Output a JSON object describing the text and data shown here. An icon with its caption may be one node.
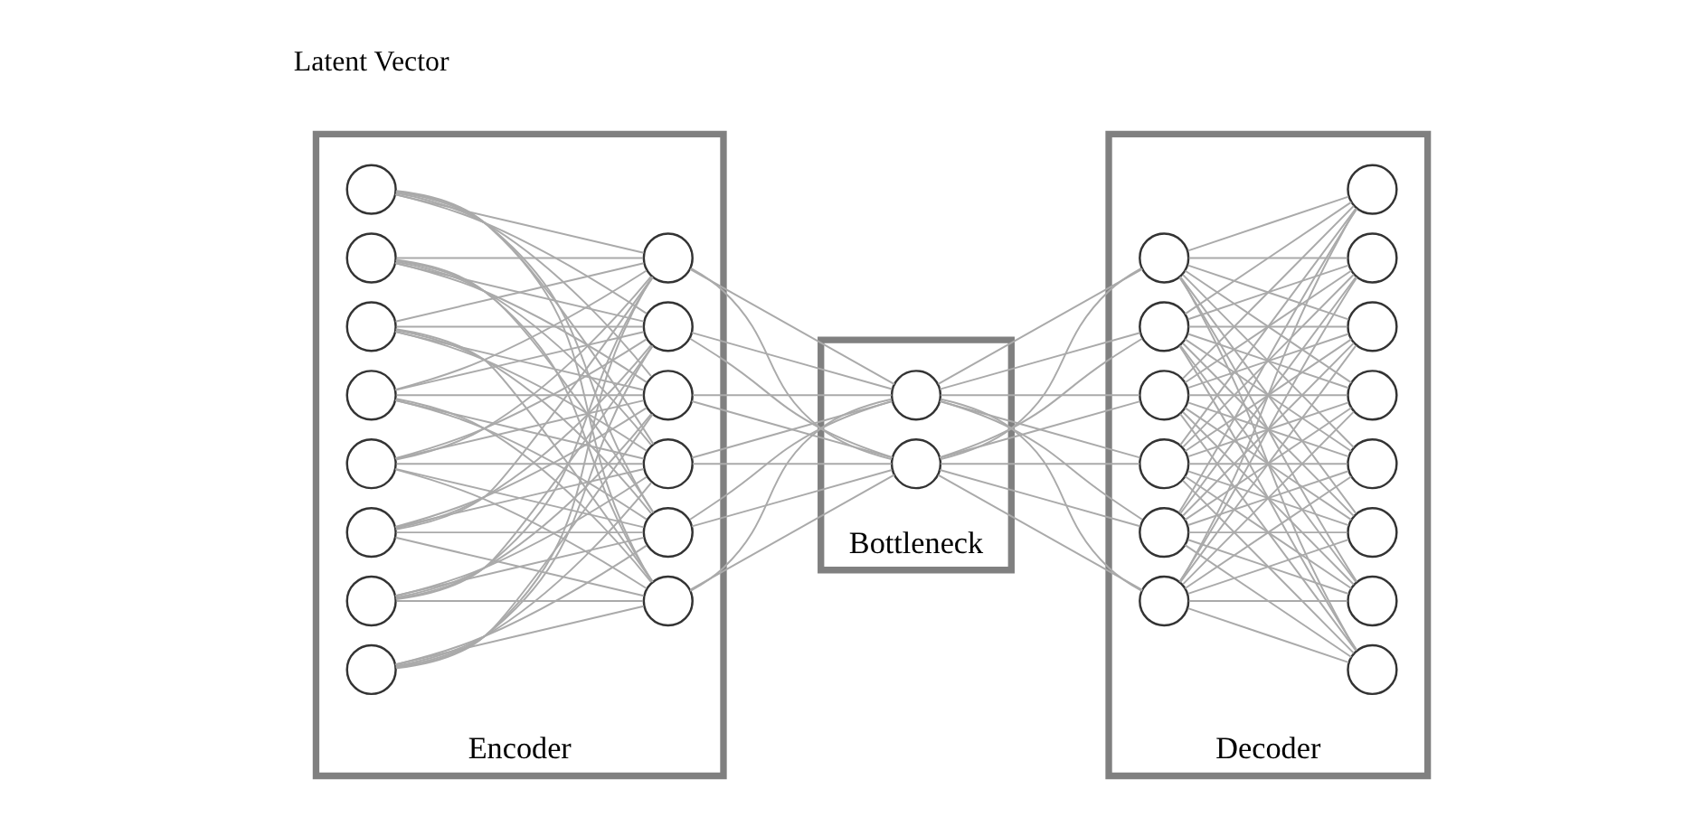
{
  "diagram": {
    "nodes": [
      {
        "text": [
          "Encoder"
        ]
      },
      {
        "text": [],
        "shape": "circle",
        "in": 0
      },
      {
        "text": [],
        "shape": "circle",
        "in": 0
      },
      {
        "text": [],
        "shape": "circle",
        "in": 0
      },
      {
        "text": [],
        "shape": "circle",
        "in": 0
      },
      {
        "text": [],
        "shape": "circle",
        "in": 0
      },
      {
        "text": [],
        "shape": "circle",
        "in": 0
      },
      {
        "text": [],
        "shape": "circle",
        "in": 0
      },
      {
        "text": [],
        "shape": "circle",
        "in": 0
      },
      {
        "text": [],
        "shape": "circle",
        "in": 0
      },
      {
        "text": [],
        "shape": "circle",
        "in": 0
      },
      {
        "text": [],
        "shape": "circle",
        "in": 0
      },
      {
        "text": [],
        "shape": "circle",
        "in": 0
      },
      {
        "text": [],
        "shape": "circle",
        "in": 0
      },
      {
        "text": [],
        "shape": "circle",
        "in": 0
      },
      {
        "text": [
          "Bottleneck"
        ]
      },
      {
        "text": [],
        "shape": "circle",
        "in": 15
      },
      {
        "text": [],
        "shape": "circle",
        "in": 15
      },
      {
        "text": [
          "Decoder"
        ]
      },
      {
        "text": [],
        "shape": "circle",
        "in": 18
      },
      {
        "text": [],
        "shape": "circle",
        "in": 18
      },
      {
        "text": [],
        "shape": "circle",
        "in": 18
      },
      {
        "text": [],
        "shape": "circle",
        "in": 18
      },
      {
        "text": [],
        "shape": "circle",
        "in": 18
      },
      {
        "text": [],
        "shape": "circle",
        "in": 18
      },
      {
        "text": [],
        "shape": "circle",
        "in": 18
      },
      {
        "text": [],
        "shape": "circle",
        "in": 18
      },
      {
        "text": [],
        "shape": "circle",
        "in": 18
      },
      {
        "text": [],
        "shape": "circle",
        "in": 18
      },
      {
        "text": [],
        "shape": "circle",
        "in": 18
      },
      {
        "text": [],
        "shape": "circle",
        "in": 18
      },
      {
        "text": [],
        "shape": "circle",
        "in": 18
      },
      {
        "text": [],
        "shape": "circle",
        "in": 18
      }
    ],
    "edges": [
      {
        "from": 1,
        "to": 9,
        "arrow": "none"
      },
      {
        "from": 1,
        "to": 10,
        "arrow": "none"
      },
      {
        "from": 1,
        "to": 11,
        "arrow": "none"
      },
      {
        "from": 1,
        "to": 12,
        "arrow": "none"
      },
      {
        "from": 1,
        "to": 13,
        "arrow": "none"
      },
      {
        "from": 1,
        "to": 14,
        "arrow": "none"
      },
      {
        "from": 2,
        "to": 9,
        "arrow": "none"
      },
      {
        "from": 2,
        "to": 10,
        "arrow": "none"
      },
      {
        "from": 2,
        "to": 11,
        "arrow": "none"
      },
      {
        "from": 2,
        "to": 12,
        "arrow": "none"
      },
      {
        "from": 2,
        "to": 13,
        "arrow": "none"
      },
      {
        "from": 2,
        "to": 14,
        "arrow": "none"
      },
      {
        "from": 3,
        "to": 9,
        "arrow": "none"
      },
      {
        "from": 3,
        "to": 10,
        "arrow": "none"
      },
      {
        "from": 3,
        "to": 11,
        "arrow": "none"
      },
      {
        "from": 3,
        "to": 12,
        "arrow": "none"
      },
      {
        "from": 3,
        "to": 13,
        "arrow": "none"
      },
      {
        "from": 3,
        "to": 14,
        "arrow": "none"
      },
      {
        "from": 4,
        "to": 9,
        "arrow": "none"
      },
      {
        "from": 4,
        "to": 10,
        "arrow": "none"
      },
      {
        "from": 4,
        "to": 11,
        "arrow": "none"
      },
      {
        "from": 4,
        "to": 12,
        "arrow": "none"
      },
      {
        "from": 4,
        "to": 13,
        "arrow": "none"
      },
      {
        "from": 4,
        "to": 14,
        "arrow": "none"
      },
      {
        "from": 5,
        "to": 9,
        "arrow": "none"
      },
      {
        "from": 5,
        "to": 10,
        "arrow": "none"
      },
      {
        "from": 5,
        "to": 11,
        "arrow": "none"
      },
      {
        "from": 5,
        "to": 12,
        "arrow": "none"
      },
      {
        "from": 5,
        "to": 13,
        "arrow": "none"
      },
      {
        "from": 5,
        "to": 14,
        "arrow": "none"
      },
      {
        "from": 6,
        "to": 9,
        "arrow": "none"
      },
      {
        "from": 6,
        "to": 10,
        "arrow": "none"
      },
      {
        "from": 6,
        "to": 11,
        "arrow": "none"
      },
      {
        "from": 6,
        "to": 12,
        "arrow": "none"
      },
      {
        "from": 6,
        "to": 13,
        "arrow": "none"
      },
      {
        "from": 6,
        "to": 14,
        "arrow": "none"
      },
      {
        "from": 7,
        "to": 9,
        "arrow": "none"
      },
      {
        "from": 7,
        "to": 10,
        "arrow": "none"
      },
      {
        "from": 7,
        "to": 11,
        "arrow": "none"
      },
      {
        "from": 7,
        "to": 12,
        "arrow": "none"
      },
      {
        "from": 7,
        "to": 13,
        "arrow": "none"
      },
      {
        "from": 7,
        "to": 14,
        "arrow": "none"
      },
      {
        "from": 8,
        "to": 9,
        "arrow": "none"
      },
      {
        "from": 8,
        "to": 10,
        "arrow": "none"
      },
      {
        "from": 8,
        "to": 11,
        "arrow": "none"
      },
      {
        "from": 8,
        "to": 12,
        "arrow": "none"
      },
      {
        "from": 8,
        "to": 13,
        "arrow": "none"
      },
      {
        "from": 8,
        "to": 14,
        "arrow": "none"
      },
      {
        "from": 9,
        "to": 16,
        "arrow": "none"
      },
      {
        "from": 9,
        "to": 17,
        "arrow": "none"
      },
      {
        "from": 10,
        "to": 16,
        "arrow": "none"
      },
      {
        "from": 10,
        "to": 17,
        "arrow": "none"
      },
      {
        "from": 11,
        "to": 16,
        "arrow": "none"
      },
      {
        "from": 11,
        "to": 17,
        "arrow": "none"
      },
      {
        "from": 12,
        "to": 16,
        "arrow": "none"
      },
      {
        "from": 12,
        "to": 17,
        "arrow": "none"
      },
      {
        "from": 13,
        "to": 16,
        "arrow": "none"
      },
      {
        "from": 13,
        "to": 17,
        "arrow": "none"
      },
      {
        "from": 14,
        "to": 16,
        "arrow": "none"
      },
      {
        "from": 14,
        "to": 17,
        "arrow": "none"
      },
      {
        "from": 16,
        "to": 19,
        "arrow": "none"
      },
      {
        "from": 16,
        "to": 20,
        "arrow": "none"
      },
      {
        "from": 16,
        "to": 21,
        "arrow": "none"
      },
      {
        "from": 16,
        "to": 22,
        "arrow": "none"
      },
      {
        "from": 16,
        "to": 23,
        "arrow": "none"
      },
      {
        "from": 16,
        "to": 24,
        "arrow": "none"
      },
      {
        "from": 17,
        "to": 19,
        "arrow": "none"
      },
      {
        "from": 17,
        "to": 20,
        "arrow": "none"
      },
      {
        "from": 17,
        "to": 21,
        "arrow": "none"
      },
      {
        "from": 17,
        "to": 22,
        "arrow": "none"
      },
      {
        "from": 17,
        "to": 23,
        "arrow": "none"
      },
      {
        "from": 17,
        "to": 24,
        "arrow": "none"
      },
      {
        "from": 19,
        "to": 25,
        "arrow": "none"
      },
      {
        "from": 19,
        "to": 26,
        "arrow": "none"
      },
      {
        "from": 19,
        "to": 27,
        "arrow": "none"
      },
      {
        "from": 19,
        "to": 28,
        "arrow": "none"
      },
      {
        "from": 19,
        "to": 29,
        "arrow": "none"
      },
      {
        "from": 19,
        "to": 30,
        "arrow": "none"
      },
      {
        "from": 19,
        "to": 31,
        "arrow": "none"
      },
      {
        "from": 19,
        "to": 32,
        "arrow": "none"
      },
      {
        "from": 20,
        "to": 25,
        "arrow": "none"
      },
      {
        "from": 20,
        "to": 26,
        "arrow": "none"
      },
      {
        "from": 20,
        "to": 27,
        "arrow": "none"
      },
      {
        "from": 20,
        "to": 28,
        "arrow": "none"
      },
      {
        "from": 20,
        "to": 29,
        "arrow": "none"
      },
      {
        "from": 20,
        "to": 30,
        "arrow": "none"
      },
      {
        "from": 20,
        "to": 31,
        "arrow": "none"
      },
      {
        "from": 20,
        "to": 32,
        "arrow": "none"
      },
      {
        "from": 21,
        "to": 25,
        "arrow": "none"
      },
      {
        "from": 21,
        "to": 26,
        "arrow": "none"
      },
      {
        "from": 21,
        "to": 27,
        "arrow": "none"
      },
      {
        "from": 21,
        "to": 28,
        "arrow": "none"
      },
      {
        "from": 21,
        "to": 29,
        "arrow": "none"
      },
      {
        "from": 21,
        "to": 30,
        "arrow": "none"
      },
      {
        "from": 21,
        "to": 31,
        "arrow": "none"
      },
      {
        "from": 21,
        "to": 32,
        "arrow": "none"
      },
      {
        "from": 22,
        "to": 25,
        "arrow": "none"
      },
      {
        "from": 22,
        "to": 26,
        "arrow": "none"
      },
      {
        "from": 22,
        "to": 27,
        "arrow": "none"
      },
      {
        "from": 22,
        "to": 28,
        "arrow": "none"
      },
      {
        "from": 22,
        "to": 29,
        "arrow": "none"
      },
      {
        "from": 22,
        "to": 30,
        "arrow": "none"
      },
      {
        "from": 22,
        "to": 31,
        "arrow": "none"
      },
      {
        "from": 22,
        "to": 32,
        "arrow": "none"
      },
      {
        "from": 23,
        "to": 25,
        "arrow": "none"
      },
      {
        "from": 23,
        "to": 26,
        "arrow": "none"
      },
      {
        "from": 23,
        "to": 27,
        "arrow": "none"
      },
      {
        "from": 23,
        "to": 28,
        "arrow": "none"
      },
      {
        "from": 23,
        "to": 29,
        "arrow": "none"
      },
      {
        "from": 23,
        "to": 30,
        "arrow": "none"
      },
      {
        "from": 23,
        "to": 31,
        "arrow": "none"
      },
      {
        "from": 23,
        "to": 32,
        "arrow": "none"
      },
      {
        "from": 24,
        "to": 25,
        "arrow": "none"
      },
      {
        "from": 24,
        "to": 26,
        "arrow": "none"
      },
      {
        "from": 24,
        "to": 27,
        "arrow": "none"
      },
      {
        "from": 24,
        "to": 28,
        "arrow": "none"
      },
      {
        "from": 24,
        "to": 29,
        "arrow": "none"
      },
      {
        "from": 24,
        "to": 30,
        "arrow": "none"
      },
      {
        "from": 24,
        "to": 31,
        "arrow": "none"
      },
      {
        "from": 24,
        "to": 32,
        "arrow": "none"
      }
    ],
    "labels": [
      "Latent Vector"
    ]
  }
}
